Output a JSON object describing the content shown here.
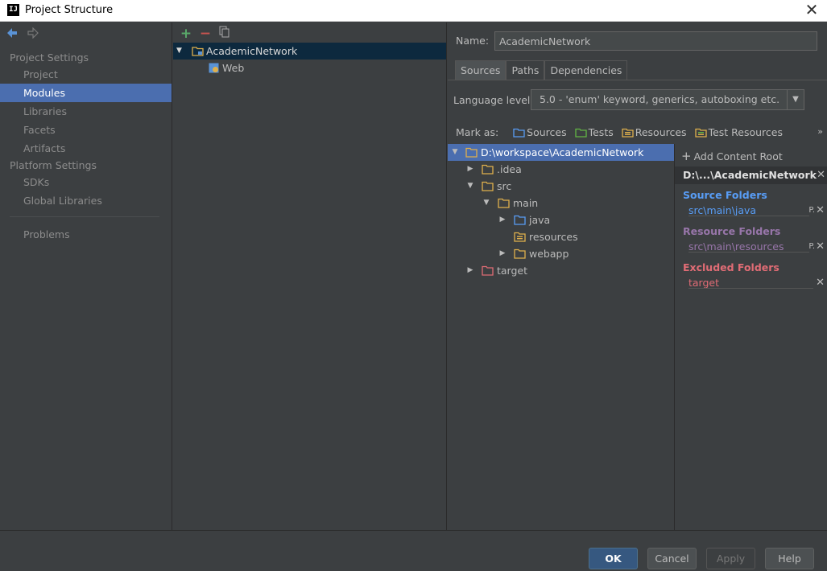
{
  "window": {
    "title": "Project Structure",
    "logo_text": "IJ"
  },
  "sidebar": {
    "project_settings": "Project Settings",
    "items": [
      "Project",
      "Modules",
      "Libraries",
      "Facets",
      "Artifacts"
    ],
    "platform_settings": "Platform Settings",
    "platform_items": [
      "SDKs",
      "Global Libraries"
    ],
    "problems": "Problems",
    "selected": "Modules"
  },
  "modules": {
    "toolbar": [
      "add",
      "remove",
      "copy"
    ],
    "items": [
      {
        "label": "AcademicNetwork",
        "selected": true
      },
      {
        "label": "Web",
        "selected": false
      }
    ]
  },
  "module_settings": {
    "name_label": "Name:",
    "name_value": "AcademicNetwork",
    "tabs": [
      "Sources",
      "Paths",
      "Dependencies"
    ],
    "active_tab": "Sources",
    "language_label": "Language level:",
    "language_value": "5.0 - 'enum' keyword, generics, autoboxing etc.",
    "mark_as_label": "Mark as:",
    "mark_as": [
      "Sources",
      "Tests",
      "Resources",
      "Test Resources"
    ],
    "more": "»"
  },
  "tree": [
    {
      "label": "D:\\workspace\\AcademicNetwork",
      "depth": 0,
      "expanded": "open",
      "kind": "root",
      "selected": true
    },
    {
      "label": ".idea",
      "depth": 1,
      "expanded": "closed",
      "kind": "folder"
    },
    {
      "label": "src",
      "depth": 1,
      "expanded": "open",
      "kind": "folder"
    },
    {
      "label": "main",
      "depth": 2,
      "expanded": "open",
      "kind": "folder"
    },
    {
      "label": "java",
      "depth": 3,
      "expanded": "closed",
      "kind": "source"
    },
    {
      "label": "resources",
      "depth": 3,
      "expanded": "none",
      "kind": "resource"
    },
    {
      "label": "webapp",
      "depth": 3,
      "expanded": "closed",
      "kind": "folder"
    },
    {
      "label": "target",
      "depth": 1,
      "expanded": "closed",
      "kind": "excluded"
    }
  ],
  "content_roots": {
    "add_label": "Add Content Root",
    "root": "D:\\...\\AcademicNetwork",
    "source_title": "Source Folders",
    "source_path": "src\\main\\java",
    "resource_title": "Resource Folders",
    "resource_path": "src\\main\\resources",
    "excluded_title": "Excluded Folders",
    "excluded_path": "target",
    "p_mark": "P.",
    "close": "✕"
  },
  "buttons": {
    "ok": "OK",
    "cancel": "Cancel",
    "apply": "Apply",
    "help": "Help"
  },
  "colors": {
    "selection": "#4b6eaf",
    "source": "#589df6",
    "resource": "#9876aa",
    "excluded": "#e06c75",
    "folder": "#e0b04c"
  }
}
